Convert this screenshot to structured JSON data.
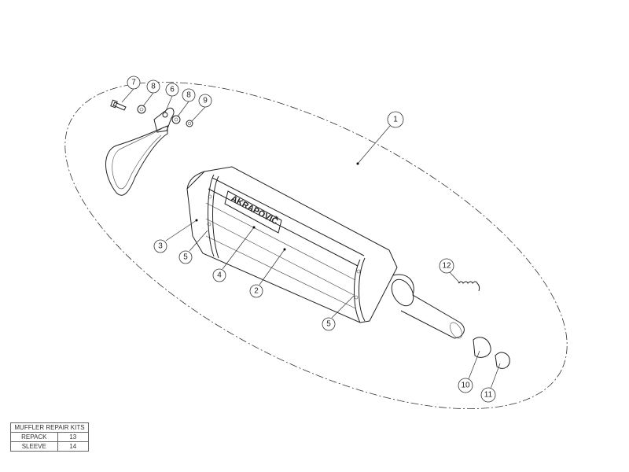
{
  "diagram": {
    "logo_text": "AKRAPOVIČ",
    "callouts": [
      {
        "label": "1"
      },
      {
        "label": "2"
      },
      {
        "label": "3"
      },
      {
        "label": "4"
      },
      {
        "label": "5"
      },
      {
        "label": "5"
      },
      {
        "label": "6"
      },
      {
        "label": "7"
      },
      {
        "label": "8"
      },
      {
        "label": "8"
      },
      {
        "label": "9"
      },
      {
        "label": "10"
      },
      {
        "label": "11"
      },
      {
        "label": "12"
      }
    ]
  },
  "repair_kits": {
    "title": "MUFFLER REPAIR KITS",
    "rows": [
      {
        "name": "REPACK",
        "number": "13"
      },
      {
        "name": "SLEEVE",
        "number": "14"
      }
    ]
  }
}
